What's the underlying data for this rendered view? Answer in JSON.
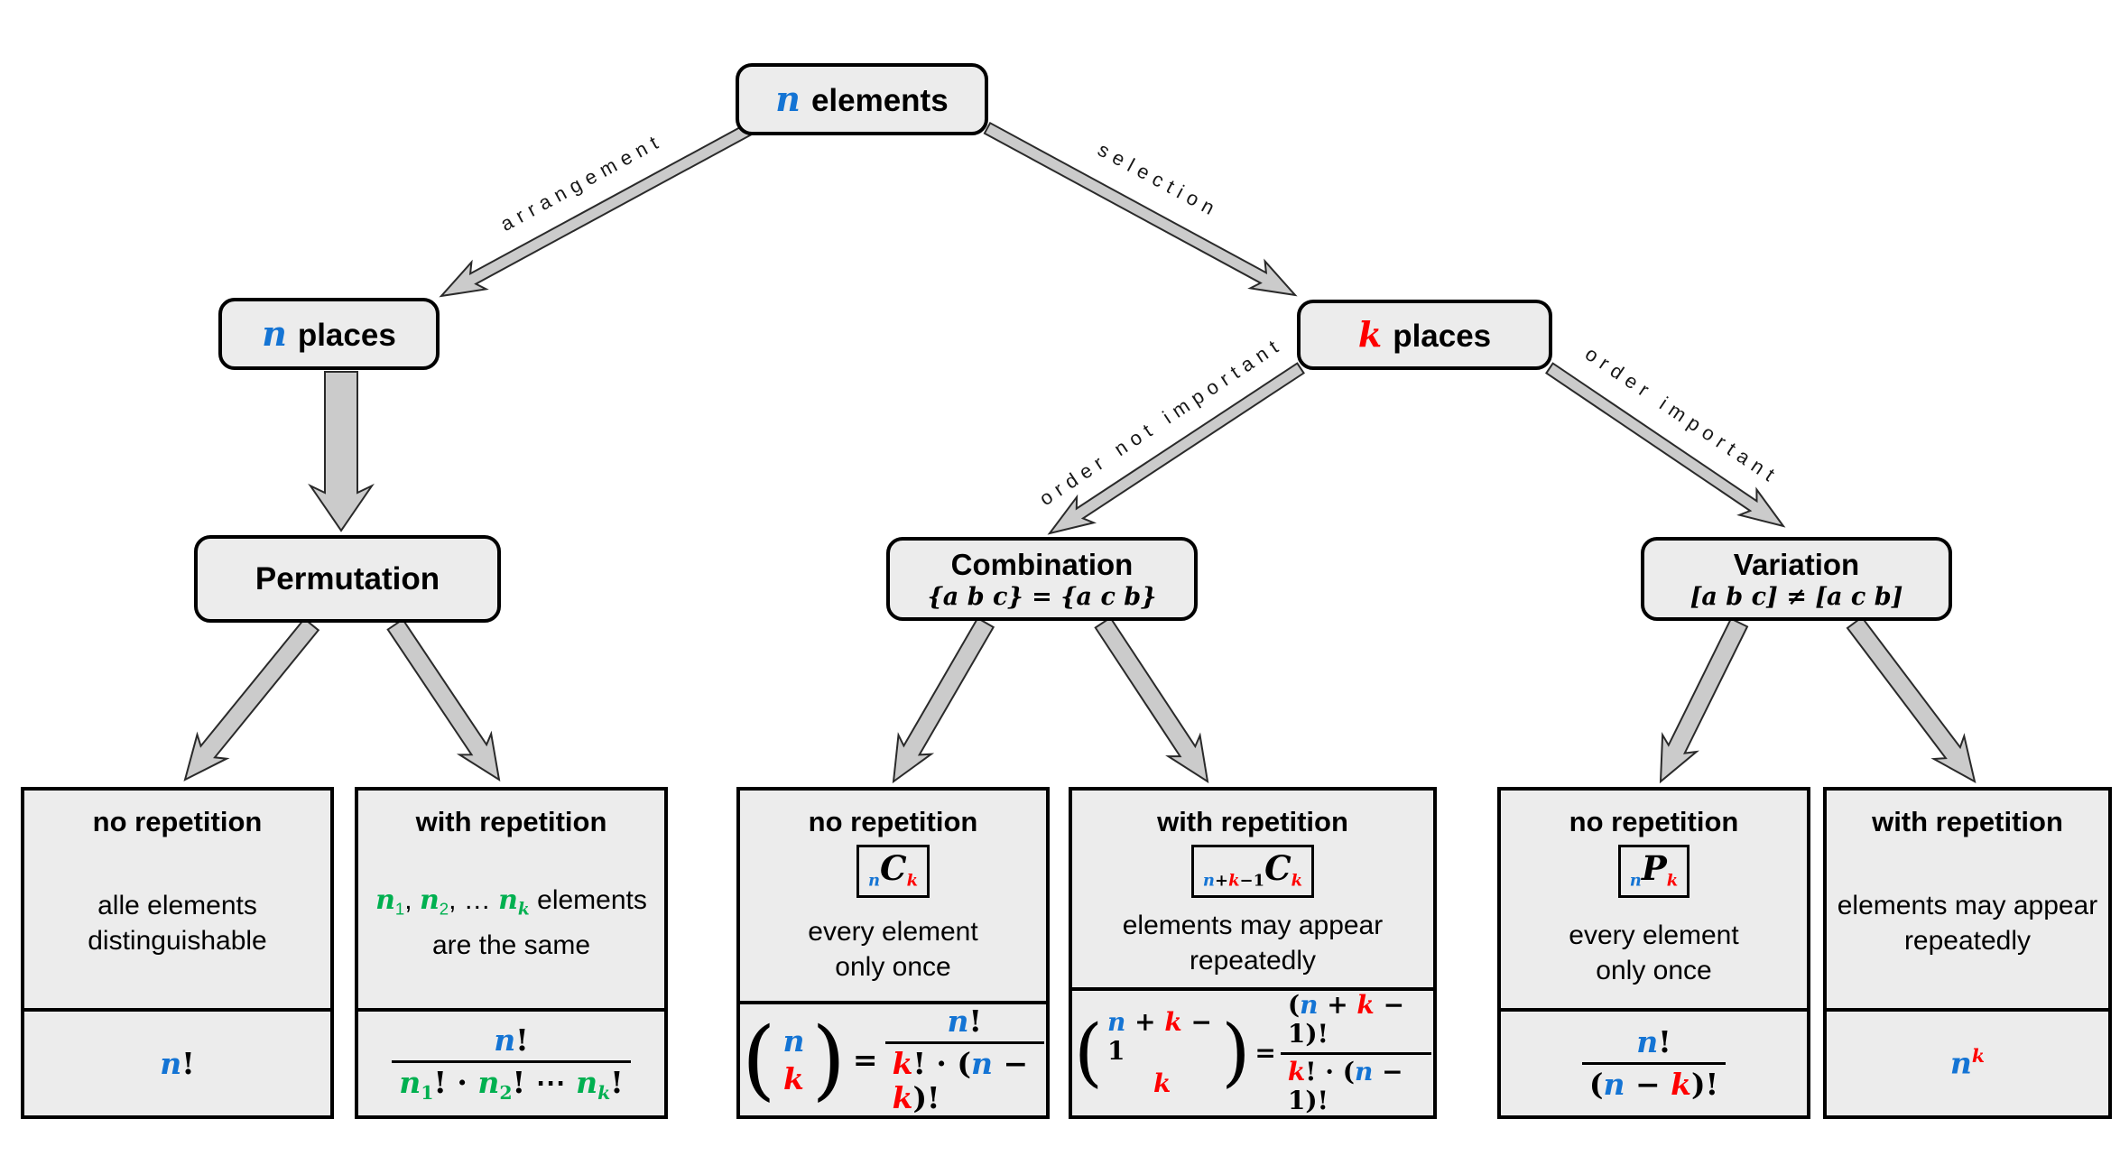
{
  "palette": {
    "blue": "#1474d4",
    "red": "#fe0000",
    "green": "#00b050",
    "box_fill": "#ececec",
    "arrow_fill": "#cbcbcb",
    "arrow_stroke": "#2a2a2a"
  },
  "nodes": {
    "root": {
      "variable": "n",
      "word": "elements"
    },
    "places_n": {
      "variable": "n",
      "word": "places"
    },
    "places_k": {
      "variable": "k",
      "word": "places"
    },
    "permutation": {
      "title": "Permutation"
    },
    "combination": {
      "title": "Combination",
      "subtitle": "{a b c} = {a c b}"
    },
    "variation": {
      "title": "Variation",
      "subtitle": "[a b c] ≠ [a c b]"
    }
  },
  "edges": {
    "arrangement": "arrangement",
    "selection": "selection",
    "order_not_important": "order not important",
    "order_important": "order important"
  },
  "leaves": [
    {
      "title": "no repetition",
      "desc1": [
        {
          "t": "alle elements"
        }
      ],
      "desc2": [
        {
          "t": "distinguishable"
        }
      ],
      "formula": {
        "tokens": [
          {
            "t": "n",
            "i": 1,
            "c": "blue"
          },
          {
            "t": "!"
          }
        ]
      }
    },
    {
      "title": "with repetition",
      "desc1": [
        {
          "t": "n",
          "i": 1,
          "c": "green"
        },
        {
          "t": "1",
          "s": "sub",
          "c": "green"
        },
        {
          "t": ", "
        },
        {
          "t": "n",
          "i": 1,
          "c": "green"
        },
        {
          "t": "2",
          "s": "sub",
          "c": "green"
        },
        {
          "t": ", … "
        },
        {
          "t": "n",
          "i": 1,
          "c": "green"
        },
        {
          "t": "k",
          "i": 1,
          "s": "sub",
          "c": "green"
        },
        {
          "t": " elements"
        }
      ],
      "desc2": [
        {
          "t": "are the same"
        }
      ],
      "formula": {
        "num": [
          {
            "t": "n",
            "i": 1,
            "c": "blue"
          },
          {
            "t": "!"
          }
        ],
        "den": [
          {
            "t": "n",
            "i": 1,
            "c": "green"
          },
          {
            "t": "1",
            "s": "sub",
            "c": "green"
          },
          {
            "t": "! · "
          },
          {
            "t": "n",
            "i": 1,
            "c": "green"
          },
          {
            "t": "2",
            "s": "sub",
            "c": "green"
          },
          {
            "t": "! ⋯ "
          },
          {
            "t": "n",
            "i": 1,
            "c": "green"
          },
          {
            "t": "k",
            "i": 1,
            "s": "sub",
            "c": "green"
          },
          {
            "t": "!"
          }
        ]
      }
    },
    {
      "title": "no repetition",
      "badge": [
        {
          "t": "n",
          "i": 1,
          "c": "blue",
          "s": "sub"
        },
        {
          "t": "C",
          "i": 1,
          "lg": 1
        },
        {
          "t": "k",
          "i": 1,
          "c": "red",
          "s": "sub"
        }
      ],
      "desc1": [
        {
          "t": "every element"
        }
      ],
      "desc2": [
        {
          "t": "only once"
        }
      ],
      "formula": {
        "top": [
          {
            "t": "n",
            "i": 1,
            "c": "blue"
          }
        ],
        "bot": [
          {
            "t": "k",
            "i": 1,
            "c": "red"
          }
        ],
        "num": [
          {
            "t": "n",
            "i": 1,
            "c": "blue"
          },
          {
            "t": "!"
          }
        ],
        "den": [
          {
            "t": "k",
            "i": 1,
            "c": "red"
          },
          {
            "t": "! · ("
          },
          {
            "t": "n",
            "i": 1,
            "c": "blue"
          },
          {
            "t": " − "
          },
          {
            "t": "k",
            "i": 1,
            "c": "red"
          },
          {
            "t": ")!"
          }
        ]
      }
    },
    {
      "title": "with repetition",
      "badge": [
        {
          "t": "n",
          "i": 1,
          "c": "blue",
          "s": "sub"
        },
        {
          "t": "+",
          "s": "sub"
        },
        {
          "t": "k",
          "i": 1,
          "c": "red",
          "s": "sub"
        },
        {
          "t": "−1",
          "s": "sub"
        },
        {
          "t": "C",
          "i": 1,
          "lg": 1
        },
        {
          "t": "k",
          "i": 1,
          "c": "red",
          "s": "sub"
        }
      ],
      "desc1": [
        {
          "t": "elements may appear"
        }
      ],
      "desc2": [
        {
          "t": "repeatedly"
        }
      ],
      "formula": {
        "top": [
          {
            "t": "n",
            "i": 1,
            "c": "blue"
          },
          {
            "t": " + "
          },
          {
            "t": "k",
            "i": 1,
            "c": "red"
          },
          {
            "t": " − 1"
          }
        ],
        "bot": [
          {
            "t": "k",
            "i": 1,
            "c": "red"
          }
        ],
        "num": [
          {
            "t": "("
          },
          {
            "t": "n",
            "i": 1,
            "c": "blue"
          },
          {
            "t": " + "
          },
          {
            "t": "k",
            "i": 1,
            "c": "red"
          },
          {
            "t": " − 1)!"
          }
        ],
        "den": [
          {
            "t": "k",
            "i": 1,
            "c": "red"
          },
          {
            "t": "! · ("
          },
          {
            "t": "n",
            "i": 1,
            "c": "blue"
          },
          {
            "t": " − 1)!"
          }
        ]
      }
    },
    {
      "title": "no repetition",
      "badge": [
        {
          "t": "n",
          "i": 1,
          "c": "blue",
          "s": "sub"
        },
        {
          "t": "P",
          "i": 1,
          "lg": 1
        },
        {
          "t": "k",
          "i": 1,
          "c": "red",
          "s": "sub"
        }
      ],
      "desc1": [
        {
          "t": "every element"
        }
      ],
      "desc2": [
        {
          "t": "only once"
        }
      ],
      "formula": {
        "num": [
          {
            "t": "n",
            "i": 1,
            "c": "blue"
          },
          {
            "t": "!"
          }
        ],
        "den": [
          {
            "t": "("
          },
          {
            "t": "n",
            "i": 1,
            "c": "blue"
          },
          {
            "t": " − "
          },
          {
            "t": "k",
            "i": 1,
            "c": "red"
          },
          {
            "t": ")!"
          }
        ]
      }
    },
    {
      "title": "with repetition",
      "desc1": [
        {
          "t": "elements may appear"
        }
      ],
      "desc2": [
        {
          "t": "repeatedly"
        }
      ],
      "formula": {
        "tokens": [
          {
            "t": "n",
            "i": 1,
            "c": "blue"
          },
          {
            "t": "k",
            "i": 1,
            "c": "red",
            "s": "sup"
          }
        ]
      }
    }
  ]
}
